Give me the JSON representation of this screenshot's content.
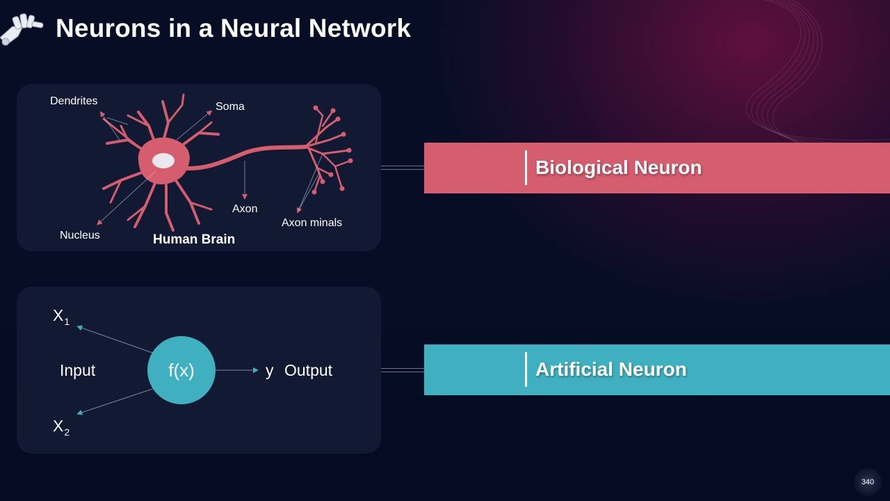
{
  "slide": {
    "title": "Neurons in a Neural Network",
    "page_number": "340"
  },
  "biological_panel": {
    "labels": {
      "dendrites": "Dendrites",
      "soma": "Soma",
      "nucleus": "Nucleus",
      "axon": "Axon",
      "axon_terminals": "Axon minals"
    },
    "caption": "Human Brain"
  },
  "artificial_panel": {
    "x1": "X",
    "x1_sub": "1",
    "x2": "X",
    "x2_sub": "2",
    "input": "Input",
    "function": "f(x)",
    "y": "y",
    "output": "Output"
  },
  "banners": {
    "biological": "Biological Neuron",
    "artificial": "Artificial Neuron"
  },
  "colors": {
    "background": "#060d24",
    "panel": "#121933",
    "neuron_pink": "#d45d6e",
    "teal": "#3fb0bf"
  },
  "icons": {
    "header": "robot-hand-icon"
  }
}
